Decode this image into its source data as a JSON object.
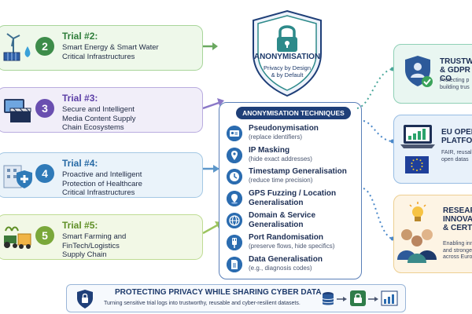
{
  "trials": [
    {
      "number": "2",
      "title": "Trial #2:",
      "description": "Smart Energy & Smart Water\nCritical Infrastructures"
    },
    {
      "number": "3",
      "title": "Trial #3:",
      "description": "Secure and Intelligent\nMedia Content Supply\nChain Ecosystems"
    },
    {
      "number": "4",
      "title": "Trial #4:",
      "description": "Proactive and Intelligent\nProtection of Healthcare\nCritical Infrastructures"
    },
    {
      "number": "5",
      "title": "Trial #5:",
      "description": "Smart Farming and\nFinTech/Logistics\nSupply Chain"
    }
  ],
  "badge": {
    "title": "ANONYMISATION",
    "subtitle": "Privacy by Design\n& by Default"
  },
  "techniques": {
    "heading": "ANONYMISATION TECHNIQUES",
    "items": [
      {
        "name": "Pseudonymisation",
        "sub": "(replace identifiers)",
        "icon": "id-card-icon"
      },
      {
        "name": "IP Masking",
        "sub": "(hide exact addresses)",
        "icon": "location-pin-icon"
      },
      {
        "name": "Timestamp Generalisation",
        "sub": "(reduce time precision)",
        "icon": "clock-icon"
      },
      {
        "name": "GPS Fuzzing / Location\nGeneralisation",
        "sub": "",
        "icon": "map-pin-icon"
      },
      {
        "name": "Domain & Service\nGeneralisation",
        "sub": "",
        "icon": "globe-icon"
      },
      {
        "name": "Port Randomisation",
        "sub": "(preserve flows, hide specifics)",
        "icon": "port-icon"
      },
      {
        "name": "Data Generalisation",
        "sub": "(e.g., diagnosis codes)",
        "icon": "document-icon"
      }
    ]
  },
  "right_cards": [
    {
      "title": "TRUSTWO\n& GDPR CO",
      "subtitle": "Protecting p\nbuilding trus"
    },
    {
      "title": "EU OPEN\nPLATFOR",
      "subtitle": "FAIR, reusal\nopen datas"
    },
    {
      "title": "RESEAR\nINNOVAT\n& CERTS",
      "subtitle": "Enabling innov\nand stronger c\nacross Europe"
    }
  ],
  "footer": {
    "title": "PROTECTING PRIVACY WHILE SHARING CYBER DATA",
    "subtitle": "Turning sensitive trial logs into trustworthy, reusable and cyber-resilient datasets."
  },
  "colors": {
    "navy": "#1f3f78",
    "trial2": "#3d8c4a",
    "trial3": "#6a4fb0",
    "trial4": "#2f7ab8",
    "trial5": "#7aa83a"
  }
}
